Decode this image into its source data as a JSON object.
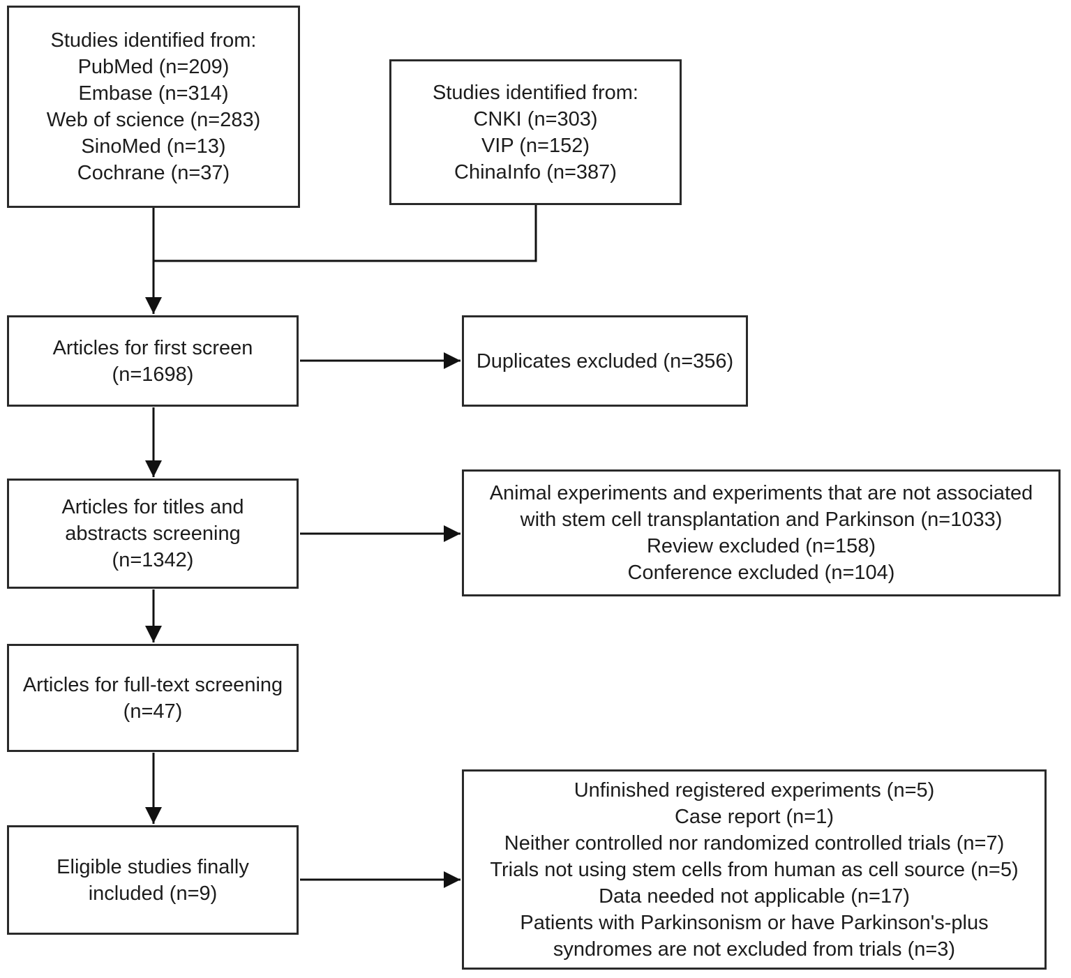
{
  "colors": {
    "background": "#ffffff",
    "border": "#2a2a2a",
    "text": "#1c1c1c",
    "line": "#111111"
  },
  "boxes": {
    "sources_intl": {
      "lines": [
        "Studies identified from:",
        "PubMed (n=209)",
        "Embase (n=314)",
        "Web of science (n=283)",
        "SinoMed (n=13)",
        "Cochrane (n=37)"
      ]
    },
    "sources_cn": {
      "lines": [
        "Studies identified from:",
        "CNKI (n=303)",
        "VIP (n=152)",
        "ChinaInfo (n=387)"
      ]
    },
    "first_screen": {
      "lines": [
        "Articles for first screen",
        "(n=1698)"
      ]
    },
    "duplicates_excluded": {
      "lines": [
        "Duplicates excluded (n=356)"
      ]
    },
    "title_abstract_screening": {
      "lines": [
        "Articles for titles and",
        "abstracts screening",
        "(n=1342)"
      ]
    },
    "title_abstract_exclusions": {
      "lines": [
        "Animal experiments and experiments that are not associated",
        "with stem cell transplantation and Parkinson (n=1033)",
        "Review excluded (n=158)",
        "Conference excluded (n=104)"
      ]
    },
    "full_text_screening": {
      "lines": [
        "Articles for full-text screening",
        "(n=47)"
      ]
    },
    "eligible_studies": {
      "lines": [
        "Eligible studies finally",
        "included (n=9)"
      ]
    },
    "full_text_exclusions": {
      "lines": [
        "Unfinished registered experiments (n=5)",
        "Case report (n=1)",
        "Neither controlled nor randomized controlled trials (n=7)",
        "Trials not using stem cells from human as cell source (n=5)",
        "Data needed not applicable (n=17)",
        "Patients with Parkinsonism or have Parkinson's-plus",
        "syndromes are not excluded from trials (n=3)"
      ]
    }
  }
}
